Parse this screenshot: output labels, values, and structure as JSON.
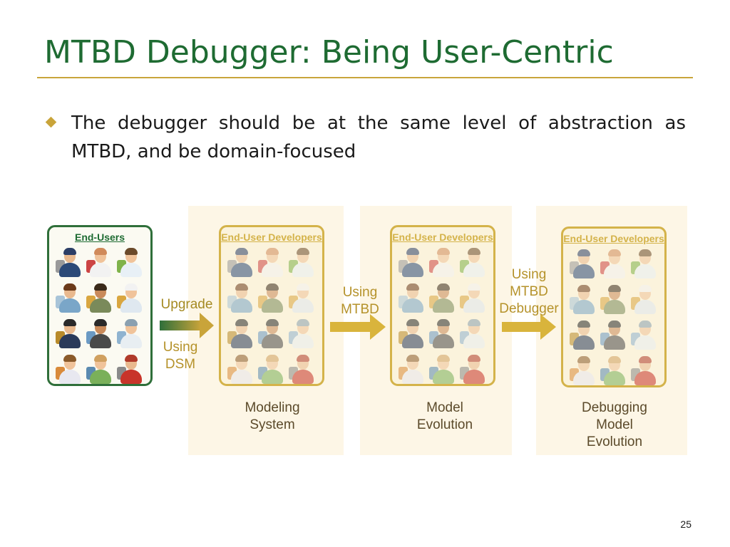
{
  "slide": {
    "title": "MTBD Debugger: Being User-Centric",
    "bullet": "The debugger should be at the same level of abstraction as MTBD, and be domain-focused",
    "page_number": "25"
  },
  "colors": {
    "title": "#1e6b32",
    "accent": "#c9a43a",
    "end_users_border": "#2f6f3a",
    "developer_border": "#d4b34a",
    "panel_background": "#fdf6e6"
  },
  "groups": {
    "end_users": {
      "label": "End-Users"
    },
    "developers_1": {
      "label": "End-User Developers"
    },
    "developers_2": {
      "label": "End-User Developers"
    },
    "developers_3": {
      "label": "End-User Developers"
    }
  },
  "arrows": {
    "upgrade": {
      "label_top": "Upgrade",
      "label_bottom": "Using DSM"
    },
    "mtbd": {
      "label": "Using MTBD"
    },
    "debugger": {
      "label": "Using MTBD Debugger"
    }
  },
  "panels": {
    "modeling": {
      "caption": "Modeling System"
    },
    "evolution": {
      "caption": "Model Evolution"
    },
    "debugging": {
      "caption": "Debugging Model Evolution"
    }
  },
  "people_icons": [
    "police-officer-icon",
    "chef-icon",
    "scientist-icon",
    "telecom-worker-icon",
    "accountant-icon",
    "nurse-icon",
    "lawyer-icon",
    "businessman-icon",
    "engineer-icon",
    "pet-owner-icon",
    "teacher-icon",
    "mechanic-icon"
  ]
}
